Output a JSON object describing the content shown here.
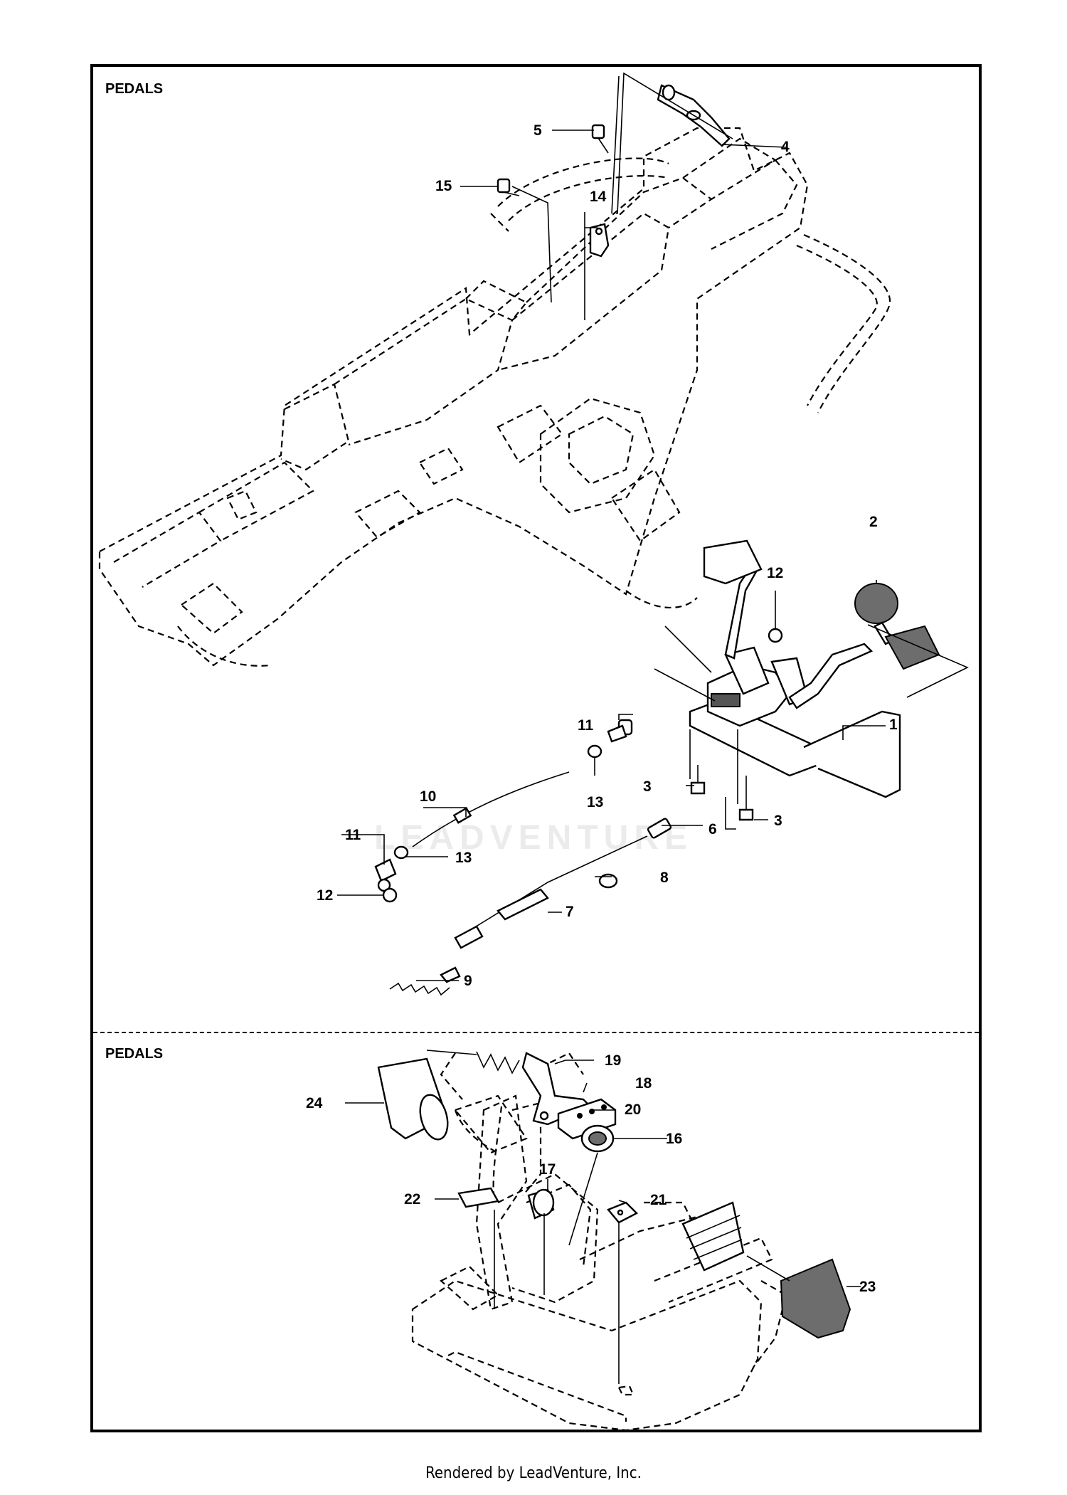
{
  "sections": [
    {
      "title": "PEDALS"
    },
    {
      "title": "PEDALS"
    }
  ],
  "callouts_top": [
    "1",
    "2",
    "3",
    "3",
    "4",
    "5",
    "6",
    "7",
    "8",
    "9",
    "10",
    "11",
    "11",
    "12",
    "12",
    "13",
    "13",
    "14",
    "15"
  ],
  "callouts_bottom": [
    "16",
    "17",
    "18",
    "19",
    "20",
    "21",
    "22",
    "23",
    "24"
  ],
  "watermark": "LEADVENTURE",
  "footer": "Rendered by LeadVenture, Inc."
}
